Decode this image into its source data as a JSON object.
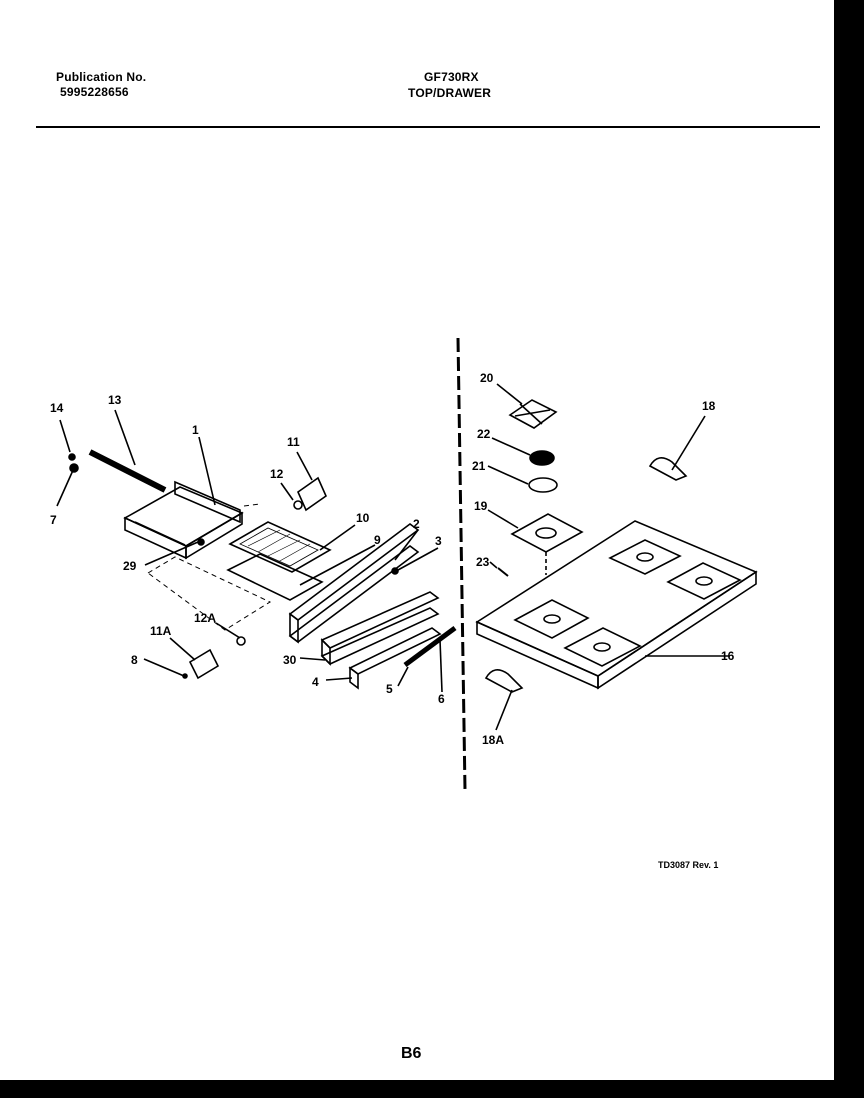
{
  "header": {
    "publication_label": "Publication No.",
    "publication_number": "5995228656",
    "model": "GF730RX",
    "section": "TOP/DRAWER"
  },
  "footer": {
    "drawing_ref": "TD3087 Rev. 1",
    "page": "B6"
  },
  "callouts": [
    "14",
    "13",
    "1",
    "11",
    "12",
    "10",
    "9",
    "2",
    "3",
    "7",
    "29",
    "12A",
    "11A",
    "8",
    "30",
    "4",
    "5",
    "6",
    "20",
    "18",
    "22",
    "21",
    "19",
    "23",
    "16",
    "18A"
  ]
}
